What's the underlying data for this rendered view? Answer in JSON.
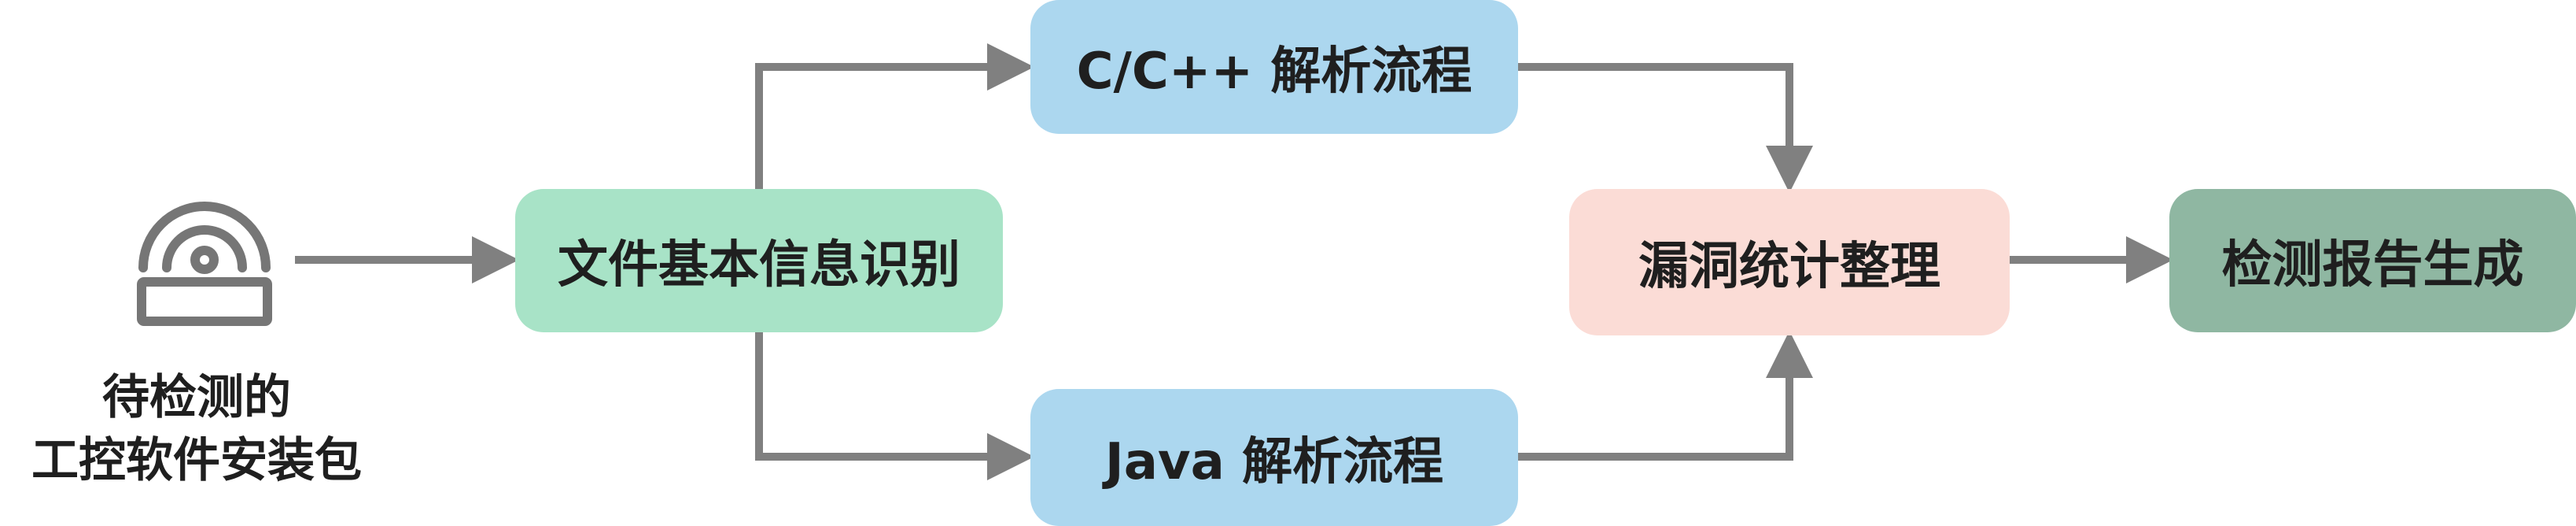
{
  "input": {
    "icon": "disc-package-icon",
    "label_line1": "待检测的",
    "label_line2": "工控软件安装包"
  },
  "nodes": {
    "identify": {
      "label": "文件基本信息识别",
      "color": "#a8e3c7"
    },
    "cpp": {
      "label": "C/C++ 解析流程",
      "color": "#acd7ef"
    },
    "java": {
      "label": "Java 解析流程",
      "color": "#acd7ef"
    },
    "stats": {
      "label": "漏洞统计整理",
      "color": "#fbdcd6"
    },
    "report": {
      "label": "检测报告生成",
      "color": "#8fb7a2"
    }
  },
  "edges": [
    {
      "from": "input",
      "to": "identify"
    },
    {
      "from": "identify",
      "to": "cpp"
    },
    {
      "from": "identify",
      "to": "java"
    },
    {
      "from": "cpp",
      "to": "stats"
    },
    {
      "from": "java",
      "to": "stats"
    },
    {
      "from": "stats",
      "to": "report"
    }
  ],
  "colors": {
    "arrow": "#808080",
    "icon": "#767676"
  }
}
